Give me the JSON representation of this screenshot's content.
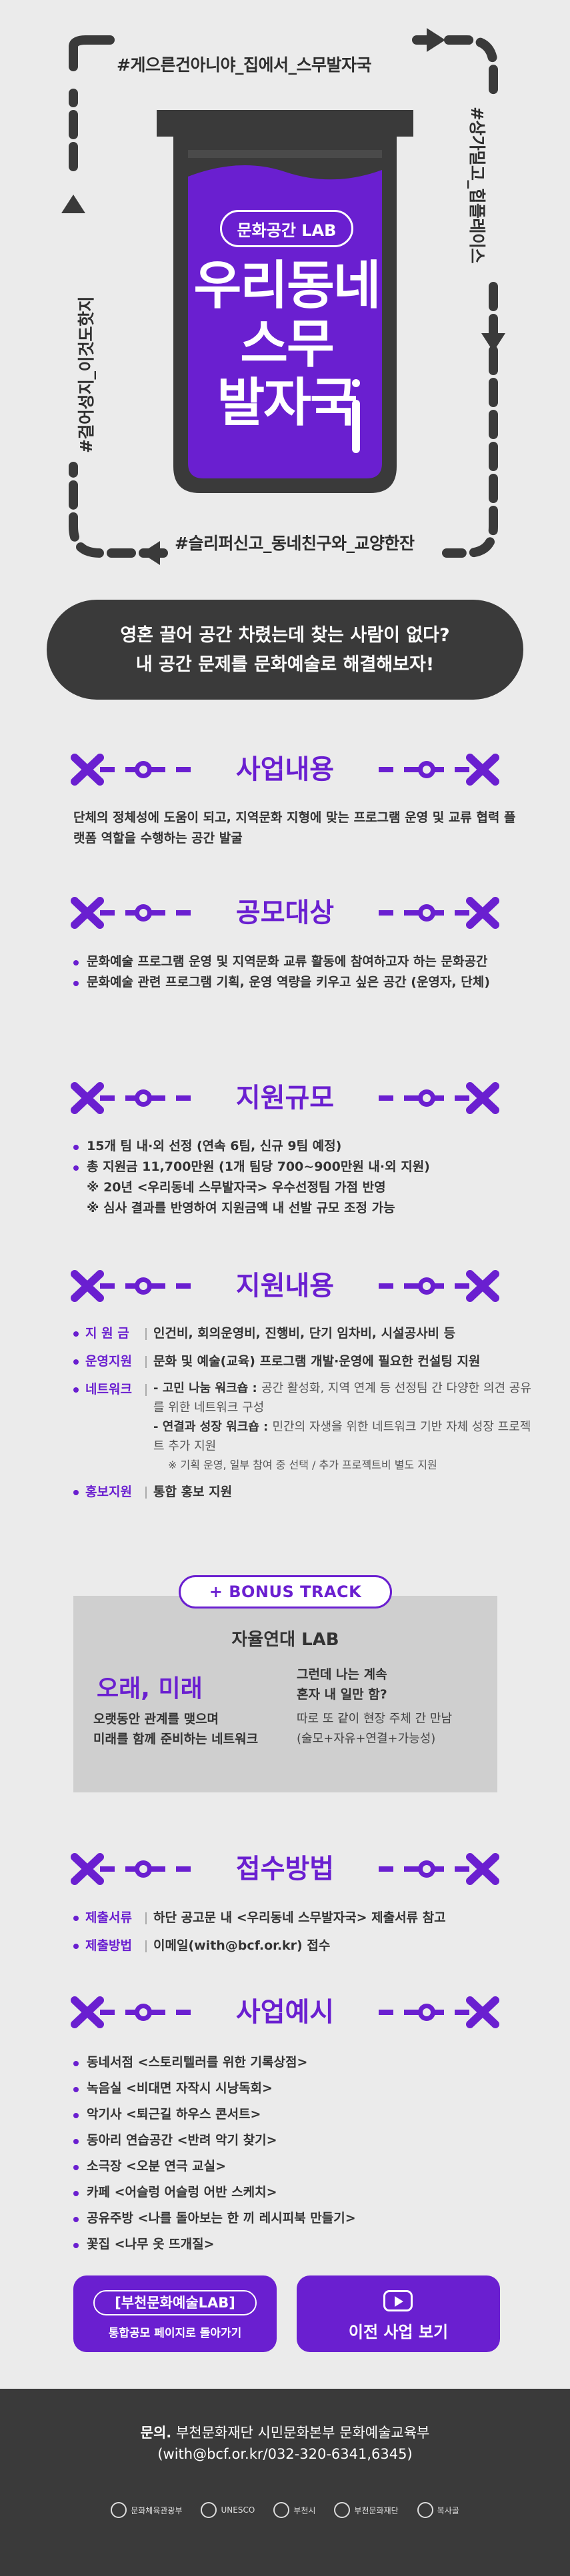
{
  "hero": {
    "hashtag_top": "#게으른건아니야_집에서_스무발자국",
    "hashtag_right": "#상가밀고_힙플레이스",
    "hashtag_bottom": "#슬리퍼신고_동네친구와_교양한잔",
    "hashtag_left": "#걸어성지_이것도핫지",
    "label": "문화공간 LAB",
    "title_lines": [
      "우리동네",
      "스무",
      "발자국"
    ]
  },
  "intro": {
    "line1": "영혼 끌어 공간 차렸는데 찾는 사람이 없다?",
    "line2": "내 공간 문제를 문화예술로 해결해보자!"
  },
  "s1": {
    "title": "사업내용",
    "text": "단체의 정체성에 도움이 되고, 지역문화 지형에 맞는 프로그램 운영 및 교류 협력 플랫폼 역할을 수행하는 공간 발굴"
  },
  "s2": {
    "title": "공모대상",
    "items": [
      "문화예술 프로그램 운영 및 지역문화 교류 활동에 참여하고자 하는 문화공간",
      "문화예술 관련 프로그램 기획, 운영 역량을 키우고 싶은 공간 (운영자, 단체)"
    ]
  },
  "s3": {
    "title": "지원규모",
    "items": [
      "15개 팀 내·외 선정 (연속 6팀, 신규 9팀 예정)",
      "총 지원금 11,700만원 (1개 팀당 700~900만원 내·외 지원)"
    ],
    "notes": [
      "※ 20년 <우리동네 스무발자국> 우수선정팀 가점 반영",
      "※ 심사 결과를 반영하여 지원금액 내 선발 규모 조정 가능"
    ]
  },
  "s4": {
    "title": "지원내용",
    "r1_label": "지 원 금",
    "r1_value": "인건비, 회의운영비, 진행비, 단기 임차비, 시설공사비 등",
    "r2_label": "운영지원",
    "r2_value": "문화 및 예술(교육) 프로그램 개발·운영에 필요한 컨설팅 지원",
    "r3_label": "네트워크",
    "r3_sub1_head": "- 고민 나눔 워크숍 :",
    "r3_sub1_desc": "공간 활성화, 지역 연계 등 선정팀 간 다양한 의견 공유를 위한 네트워크 구성",
    "r3_sub2_head": "- 연결과 성장 워크숍 :",
    "r3_sub2_desc": "민간의 자생을 위한 네트워크 기반 자체 성장 프로젝트 추가 지원",
    "r3_note": "※ 기획 운영, 일부 참여 중 선택 / 추가 프로젝트비 별도 지원",
    "r4_label": "홍보지원",
    "r4_value": "통합 홍보 지원"
  },
  "bonus": {
    "pill": "+ BONUS TRACK",
    "subtitle": "자율연대 LAB",
    "left_title": "오래, 미래",
    "left_desc_1": "오랫동안 관계를 맺으며",
    "left_desc_2": "미래를 함께 준비하는 네트워크",
    "right_q_1": "그런데 나는 계속",
    "right_q_2": "혼자 내 일만 함?",
    "right_d_1": "따로 또 같이 현장 주체 간 만남",
    "right_d_2": "(술모+자유+연결+가능성)"
  },
  "s5": {
    "title": "접수방법",
    "r1_label": "제출서류",
    "r1_value": "하단 공고문 내 <우리동네 스무발자국> 제출서류 참고",
    "r2_label": "제출방법",
    "r2_value": "이메일(with@bcf.or.kr) 접수"
  },
  "s6": {
    "title": "사업예시",
    "items": [
      "동네서점 <스토리텔러를 위한 기록상점>",
      "녹음실 <비대면 자작시 시낭독회>",
      "악기사 <퇴근길 하우스 콘서트>",
      "동아리 연습공간 <반려 악기 찾기>",
      "소극장 <오분 연극 교실>",
      "카페 <어슬렁 어슬렁 어반 스케치>",
      "공유주방 <나를 돌아보는 한 끼 레시피북 만들기>",
      "꽃집 <나무 옷 뜨개질>"
    ]
  },
  "buttons": {
    "left_top": "[부천문화예술LAB]",
    "left_bottom": "통합공모 페이지로 돌아가기",
    "right": "이전 사업 보기"
  },
  "footer": {
    "contact_label": "문의.",
    "contact_org": "부천문화재단 시민문화본부 문화예술교육부",
    "contact_detail": "(with@bcf.or.kr/032-320-6341,6345)",
    "logos": [
      "문화체육관광부",
      "UNESCO",
      "부천시",
      "부천문화재단",
      "복사골"
    ]
  },
  "colors": {
    "accent": "#6a1fd0",
    "dark": "#3a3a3a",
    "bg": "#ebebeb"
  }
}
